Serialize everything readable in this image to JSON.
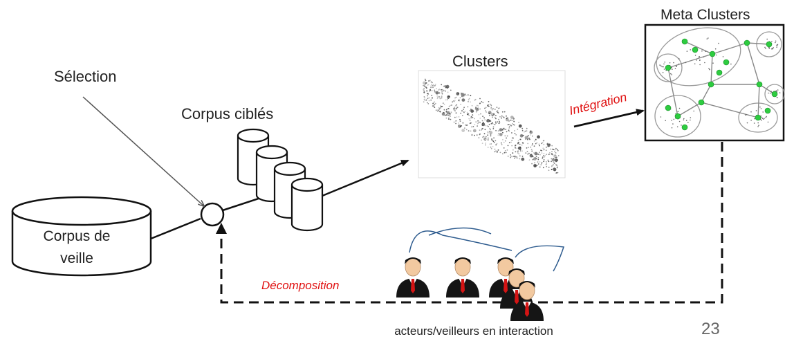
{
  "labels": {
    "selection": "Sélection",
    "corpus_cibles": "Corpus ciblés",
    "clusters": "Clusters",
    "meta_clusters": "Meta Clusters",
    "integration": "Intégration",
    "decomposition": "Décomposition",
    "corpus_veille": "Corpus de veille",
    "actors": "acteurs/veilleurs en interaction"
  },
  "page_number": "23",
  "colors": {
    "accent_red": "#e01010",
    "node_green": "#2ecc40",
    "stroke": "#111111"
  },
  "icons": [
    "database-cylinder-icon",
    "person-icon",
    "scatter-plot-thumbnail",
    "graph-network-thumbnail"
  ]
}
